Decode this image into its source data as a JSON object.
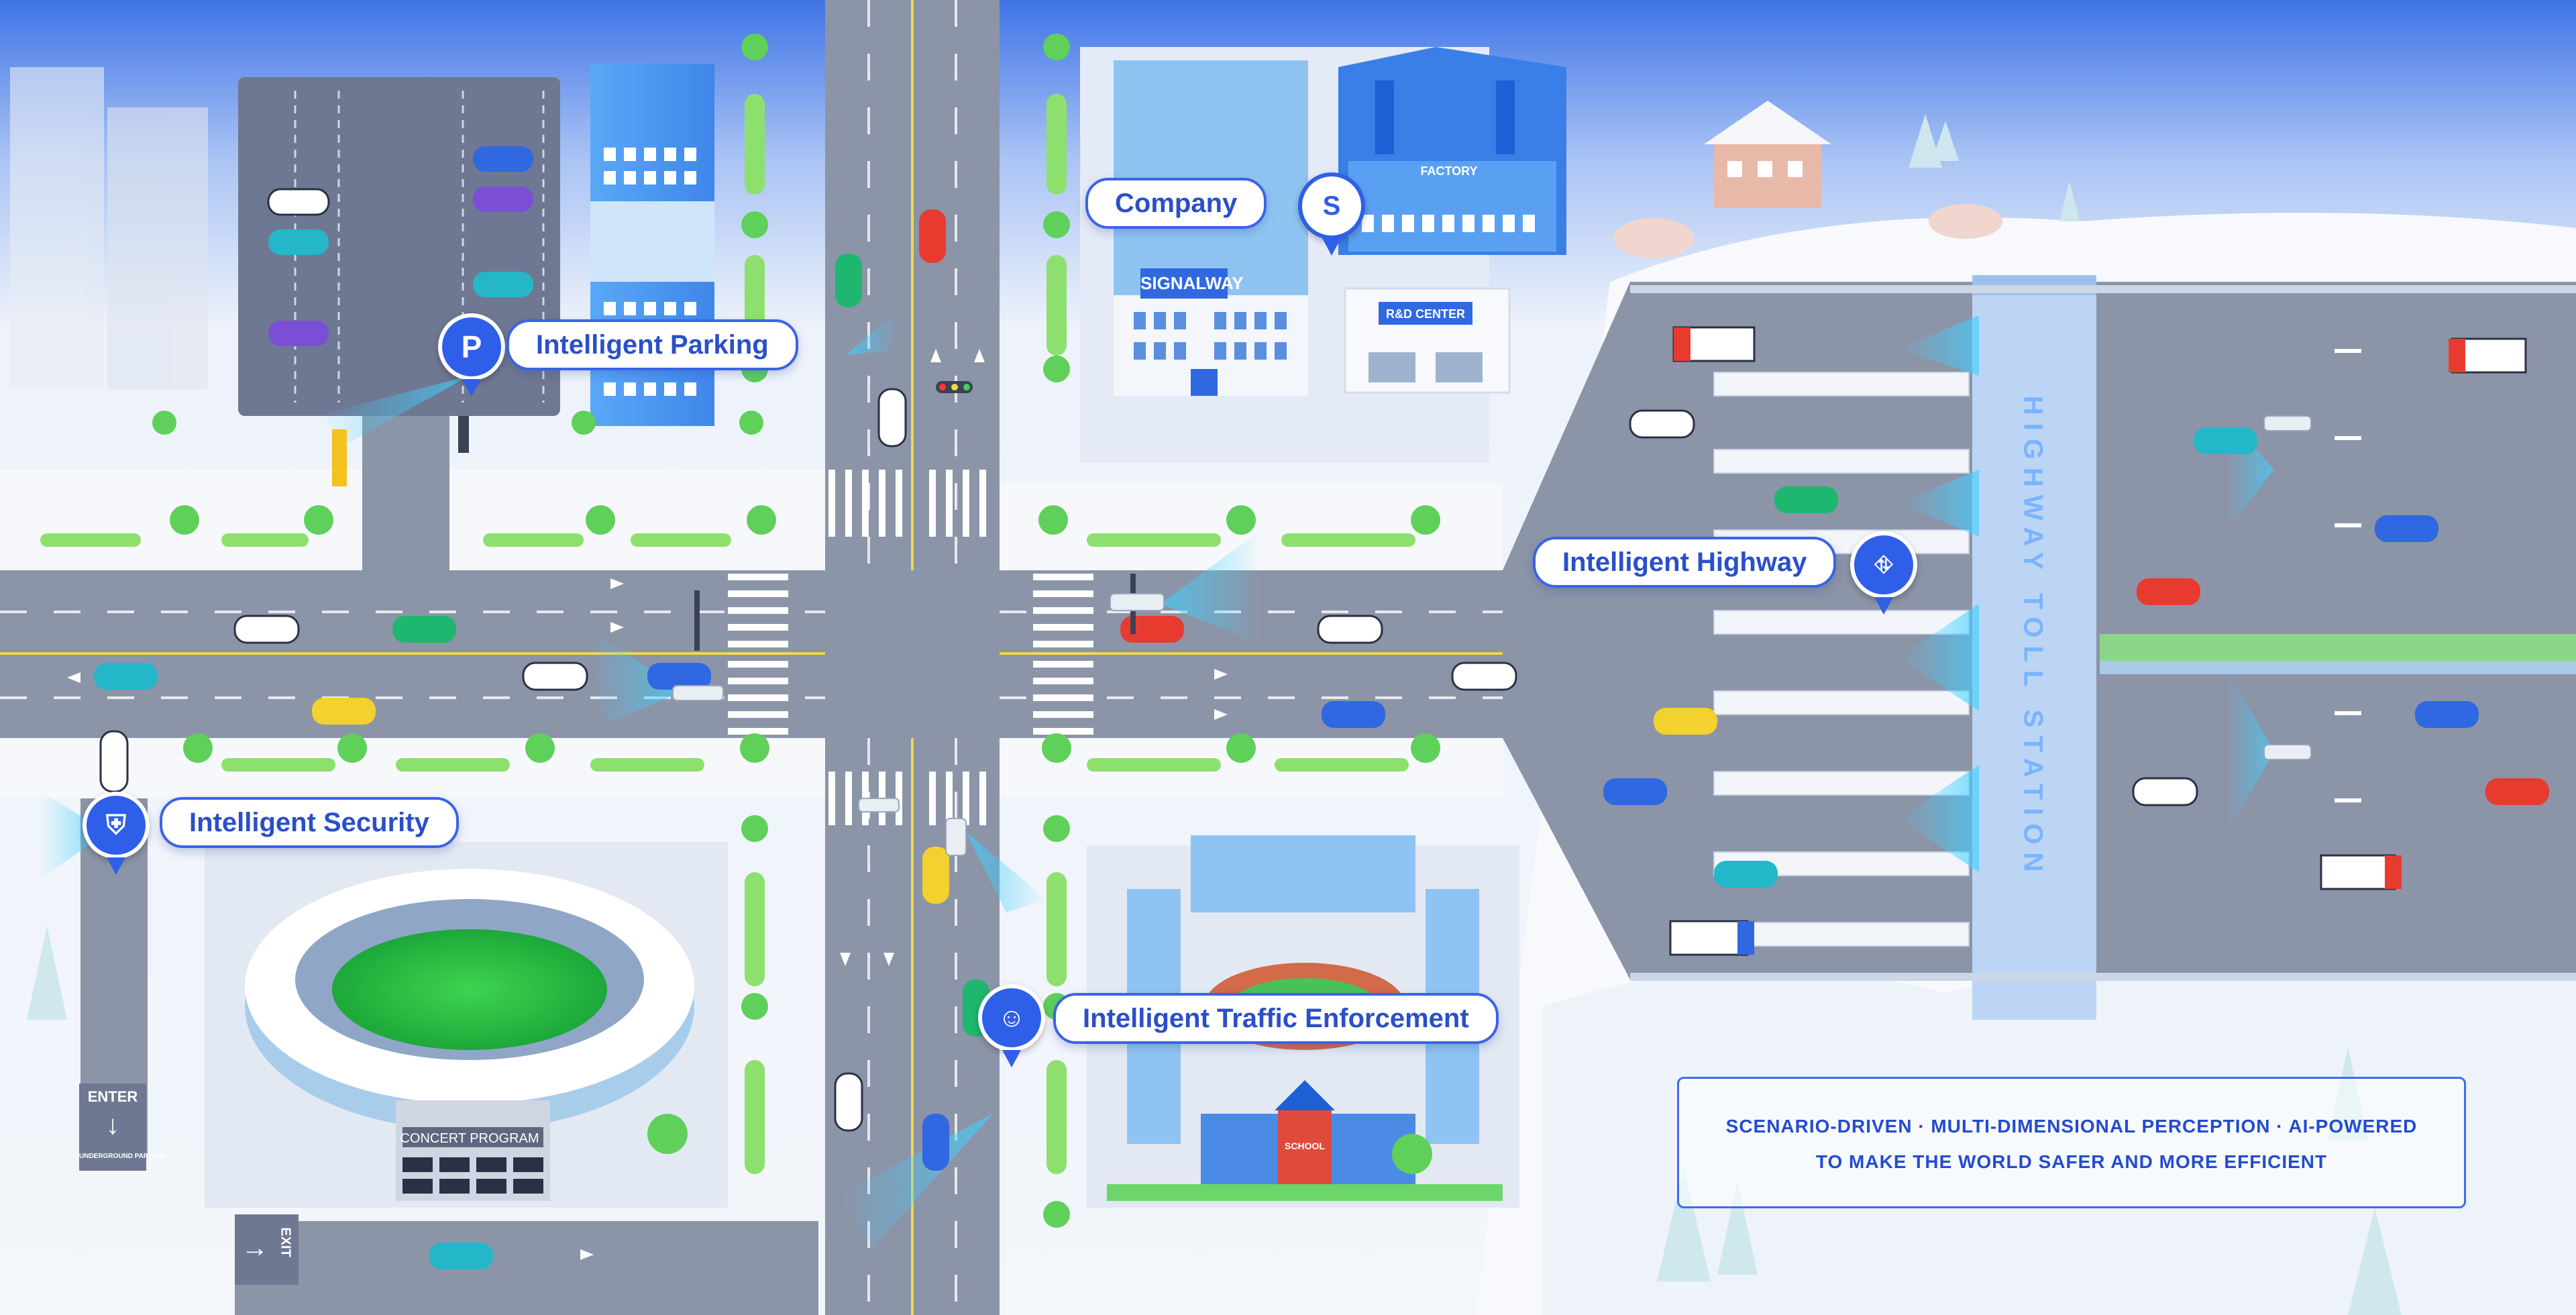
{
  "scene": {
    "labels": {
      "company": "Company",
      "parking": "Intelligent Parking",
      "highway": "Intelligent Highway",
      "security": "Intelligent Security",
      "enforcement": "Intelligent Traffic Enforcement"
    },
    "signs": {
      "signalway": "SIGNALWAY",
      "factory": "FACTORY",
      "rd_center": "R&D CENTER",
      "concert": "CONCERT PROGRAM",
      "school": "SCHOOL",
      "enter": "ENTER",
      "underground_parking": "UNDERGROUND PARKING",
      "exit": "EXIT",
      "toll_station": "HIGHWAY TOLL STATION"
    },
    "slogan": {
      "line1": "SCENARIO-DRIVEN  ·  MULTI-DIMENSIONAL PERCEPTION  ·  AI-POWERED",
      "line2": "TO MAKE THE WORLD SAFER AND MORE EFFICIENT"
    },
    "colors": {
      "accent": "#2f5fe8",
      "road": "#8a93a8",
      "ground": "#f2f5fa",
      "building_blue": "#3c8cf0"
    },
    "icons": [
      "parking-icon",
      "shield-icon",
      "police-icon",
      "highway-icon",
      "signalway-logo-icon"
    ]
  }
}
